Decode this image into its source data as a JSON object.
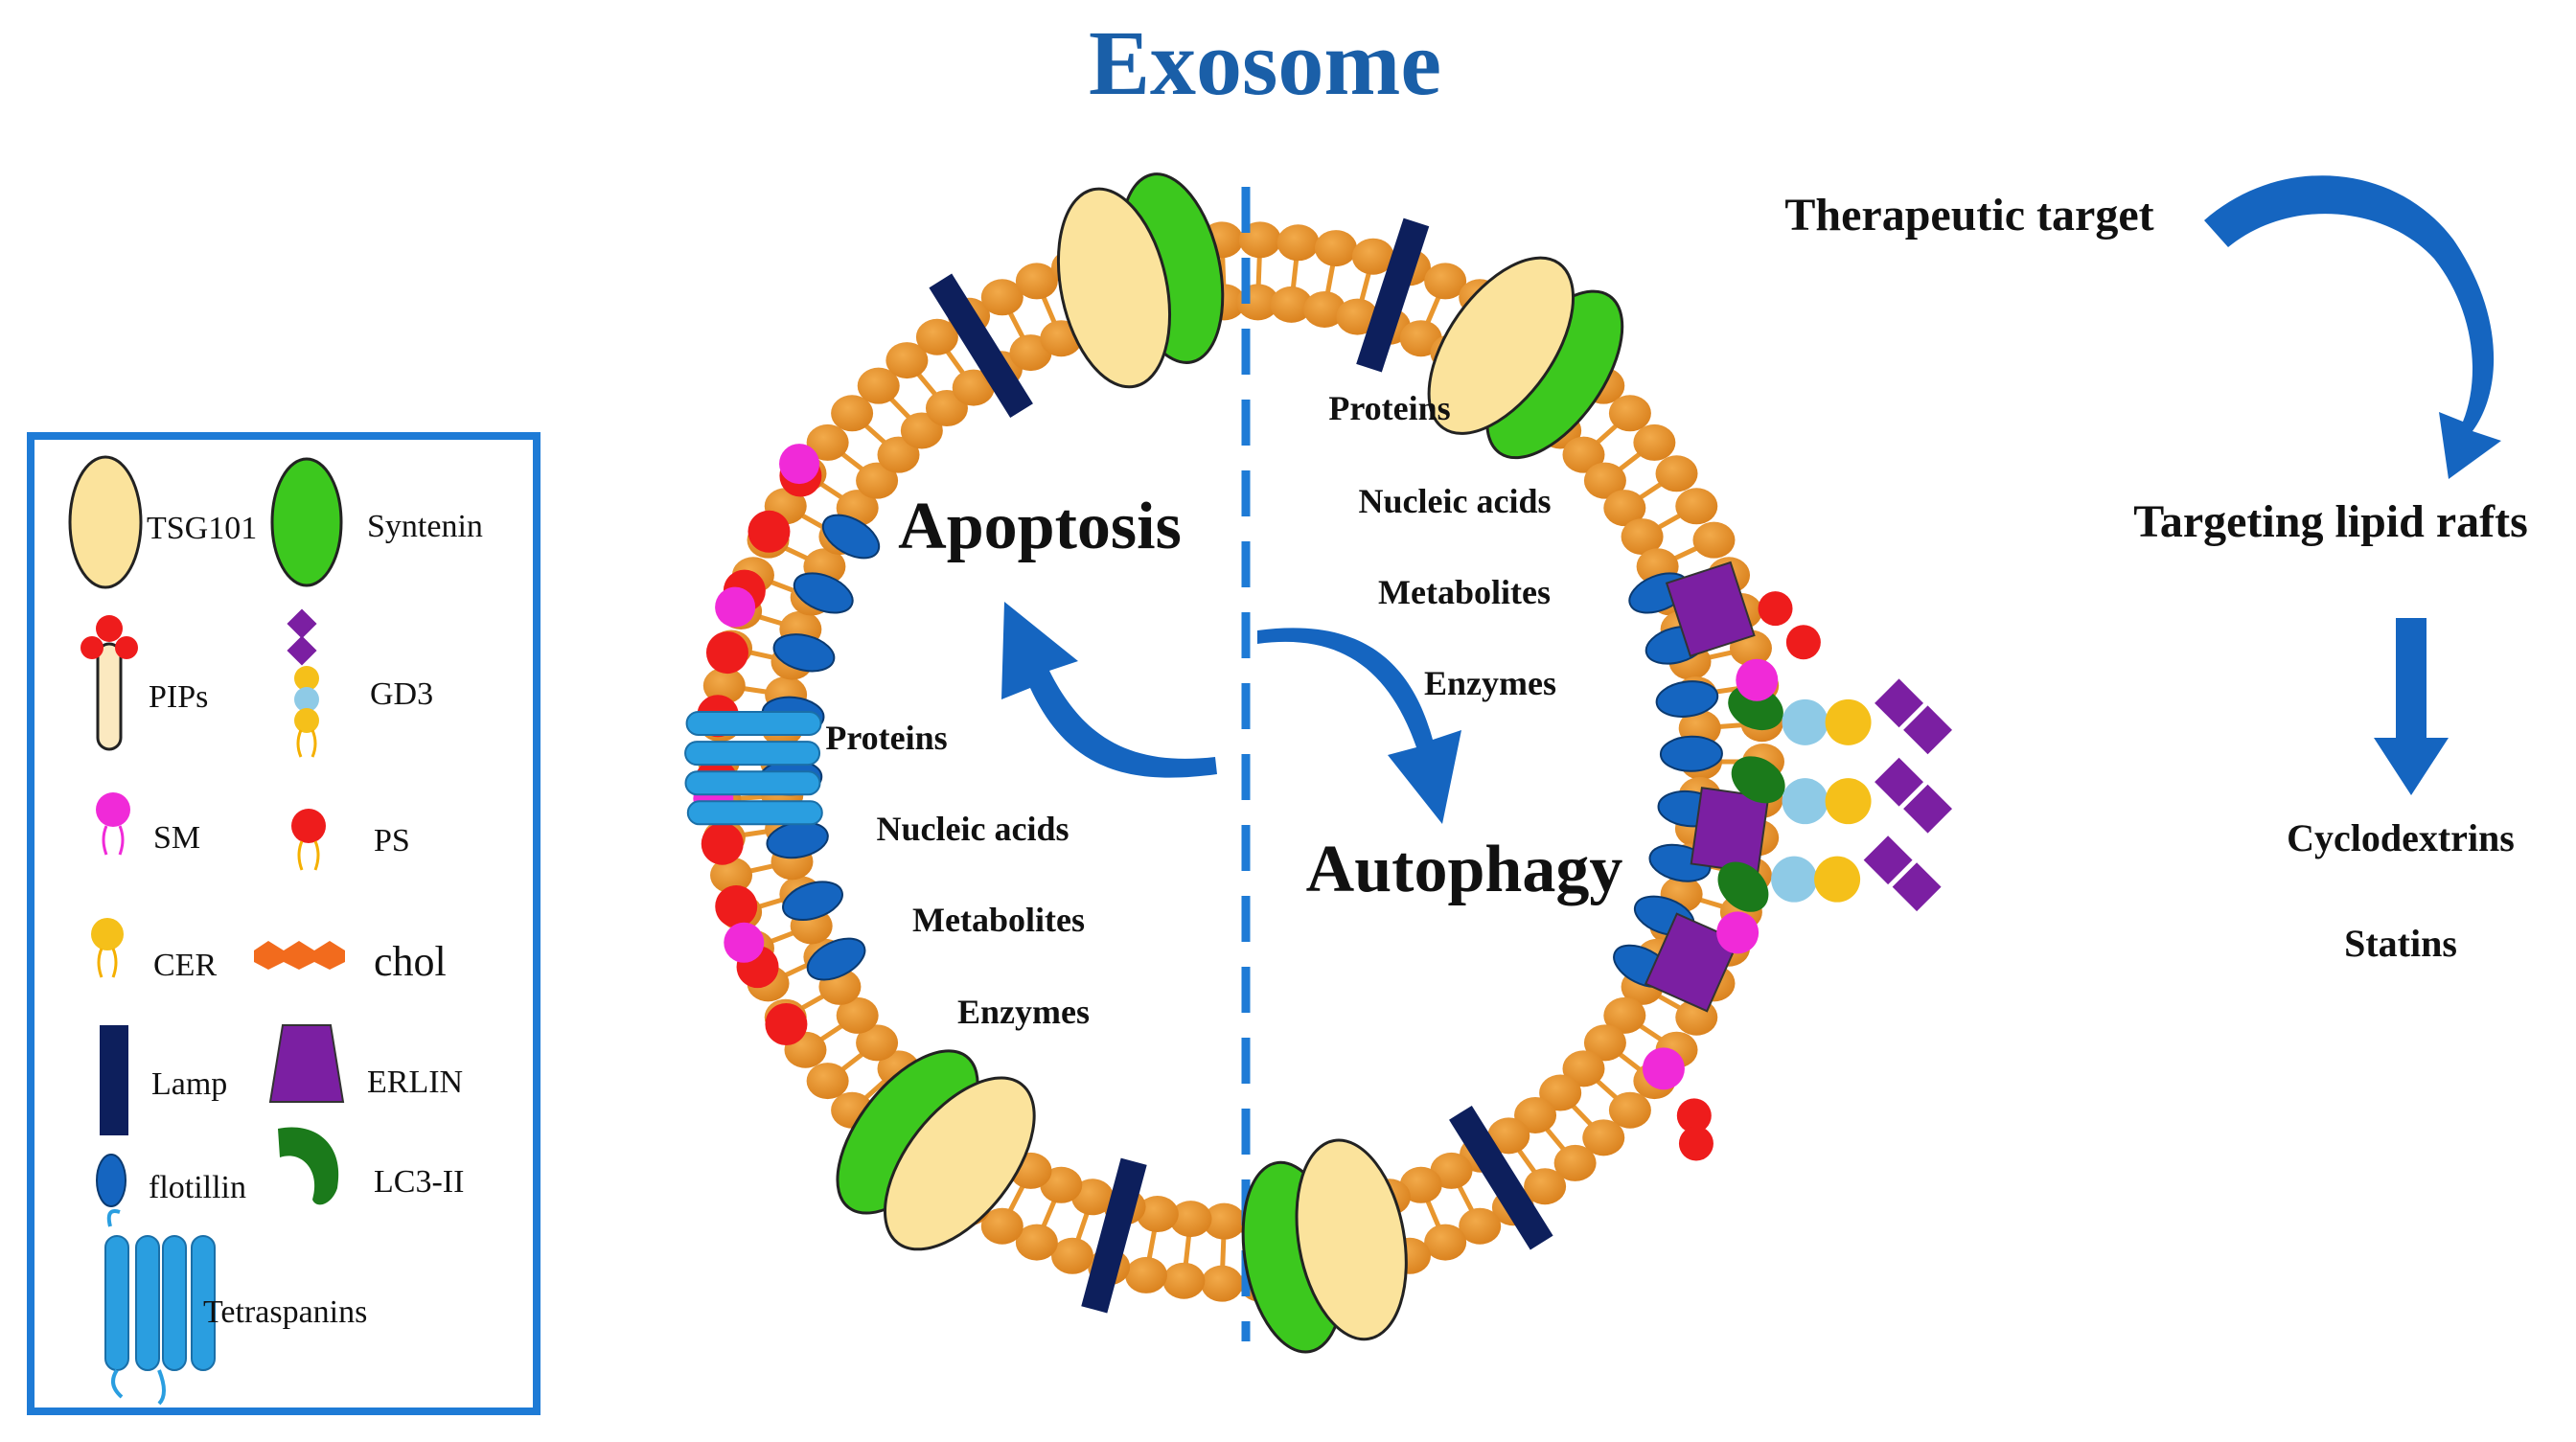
{
  "title": "Exosome",
  "left_half": {
    "process": "Apoptosis",
    "contents": [
      "Proteins",
      "Nucleic acids",
      "Metabolites",
      "Enzymes"
    ]
  },
  "right_half": {
    "process": "Autophagy",
    "contents": [
      "Proteins",
      "Nucleic acids",
      "Metabolites",
      "Enzymes"
    ]
  },
  "therapy": {
    "target_label": "Therapeutic target",
    "approach_label": "Targeting lipid rafts",
    "agents": [
      "Cyclodextrins",
      "Statins"
    ]
  },
  "legend": {
    "items": [
      {
        "label": "TSG101",
        "icon": "tsg101-icon"
      },
      {
        "label": "Syntenin",
        "icon": "syntenin-icon"
      },
      {
        "label": "PIPs",
        "icon": "pips-icon"
      },
      {
        "label": "GD3",
        "icon": "gd3-icon"
      },
      {
        "label": "SM",
        "icon": "sm-icon"
      },
      {
        "label": "PS",
        "icon": "ps-icon"
      },
      {
        "label": "CER",
        "icon": "cer-icon"
      },
      {
        "label": "chol",
        "icon": "chol-icon"
      },
      {
        "label": "Lamp",
        "icon": "lamp-icon"
      },
      {
        "label": "ERLIN",
        "icon": "erlin-icon"
      },
      {
        "label": "flotillin",
        "icon": "flotillin-icon"
      },
      {
        "label": "LC3-II",
        "icon": "lc3-icon"
      },
      {
        "label": "Tetraspanins",
        "icon": "tetraspanins-icon"
      }
    ]
  },
  "colors": {
    "title_blue": "#1a5fa8",
    "arrow_blue": "#1565c0",
    "lipid_orange": "#e8962e",
    "tsg101_yellow": "#fbe39c",
    "syntenin_green": "#3cc81e",
    "lamp_navy": "#0d1f5c",
    "ps_red": "#ee1c1c",
    "sm_magenta": "#f02ad8",
    "erlin_purple": "#7b1fa2",
    "flotillin_blue": "#1565c0",
    "tetraspanin_blue": "#2a9ee0",
    "lc3_green": "#1b7a1b",
    "chol_orange": "#f26b1d",
    "cer_gold": "#f5c01a",
    "legend_border": "#1e7bd6"
  }
}
